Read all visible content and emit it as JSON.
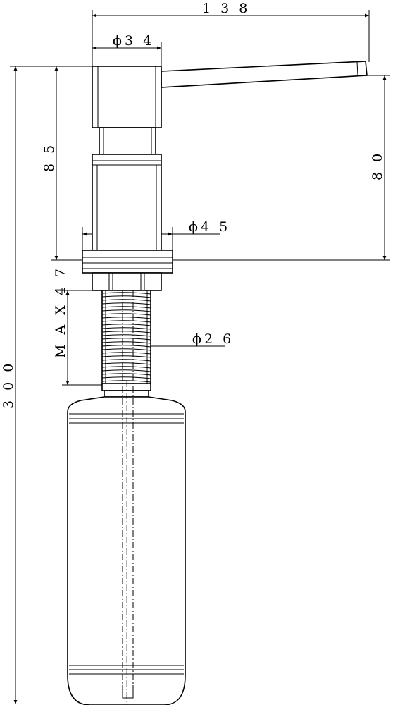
{
  "drawing": {
    "dim_width_total": "1 3 8",
    "dim_head_dia": "ϕ3 4",
    "dim_base_dia": "ϕ4 5",
    "dim_thread_dia": "ϕ2 6",
    "dim_height_85": "8 5",
    "dim_height_80": "8 0",
    "dim_total_height": "3 0 0",
    "dim_max_thread": "M A X 4 7"
  }
}
